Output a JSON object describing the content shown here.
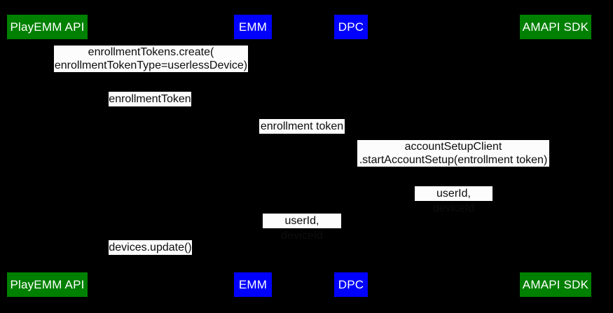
{
  "diagram": {
    "type": "sequence-diagram",
    "colors": {
      "background": "#000000",
      "message_label_background": "#fcfcfc",
      "message_label_text": "#0d0d0d",
      "actor_text": "#ffffff",
      "actor_green": "#008000",
      "actor_blue": "#0000ff"
    },
    "actors": [
      {
        "label": "PlayEMM API",
        "color": "#008000"
      },
      {
        "label": "EMM",
        "color": "#0000ff"
      },
      {
        "label": "DPC",
        "color": "#0000ff"
      },
      {
        "label": "AMAPI SDK",
        "color": "#008000"
      }
    ],
    "messages": [
      {
        "text": "enrollmentTokens.create(\nenrollmentTokenType=userlessDevice)"
      },
      {
        "text": "enrollmentToken"
      },
      {
        "text": "enrollment token"
      },
      {
        "text": "accountSetupClient\n.startAccountSetup(entrollment token)"
      },
      {
        "text": "userId, deviceId"
      },
      {
        "text": "userId, deviceId"
      },
      {
        "text": "devices.update()"
      }
    ]
  }
}
